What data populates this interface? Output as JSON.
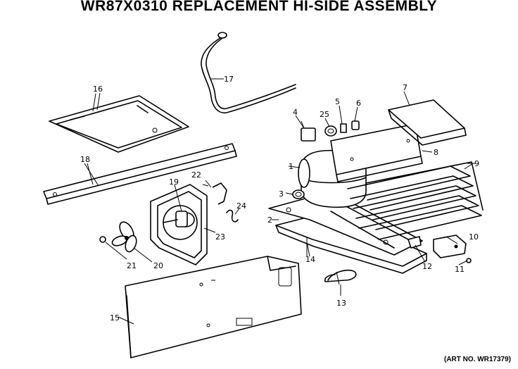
{
  "title": "WR87X0310 REPLACEMENT HI-SIDE ASSEMBLY",
  "art_number": "(ART NO. WR17379)",
  "callouts": {
    "c1": "1",
    "c2": "2",
    "c3": "3",
    "c4": "4",
    "c5": "5",
    "c6": "6",
    "c7": "7",
    "c8": "8",
    "c9": "9",
    "c10": "10",
    "c11": "11",
    "c12": "12",
    "c13": "13",
    "c14": "14",
    "c15": "15",
    "c16": "16",
    "c17": "17",
    "c18": "18",
    "c19": "19",
    "c20": "20",
    "c21": "21",
    "c22": "22",
    "c23": "23",
    "c24": "24",
    "c25": "25"
  }
}
